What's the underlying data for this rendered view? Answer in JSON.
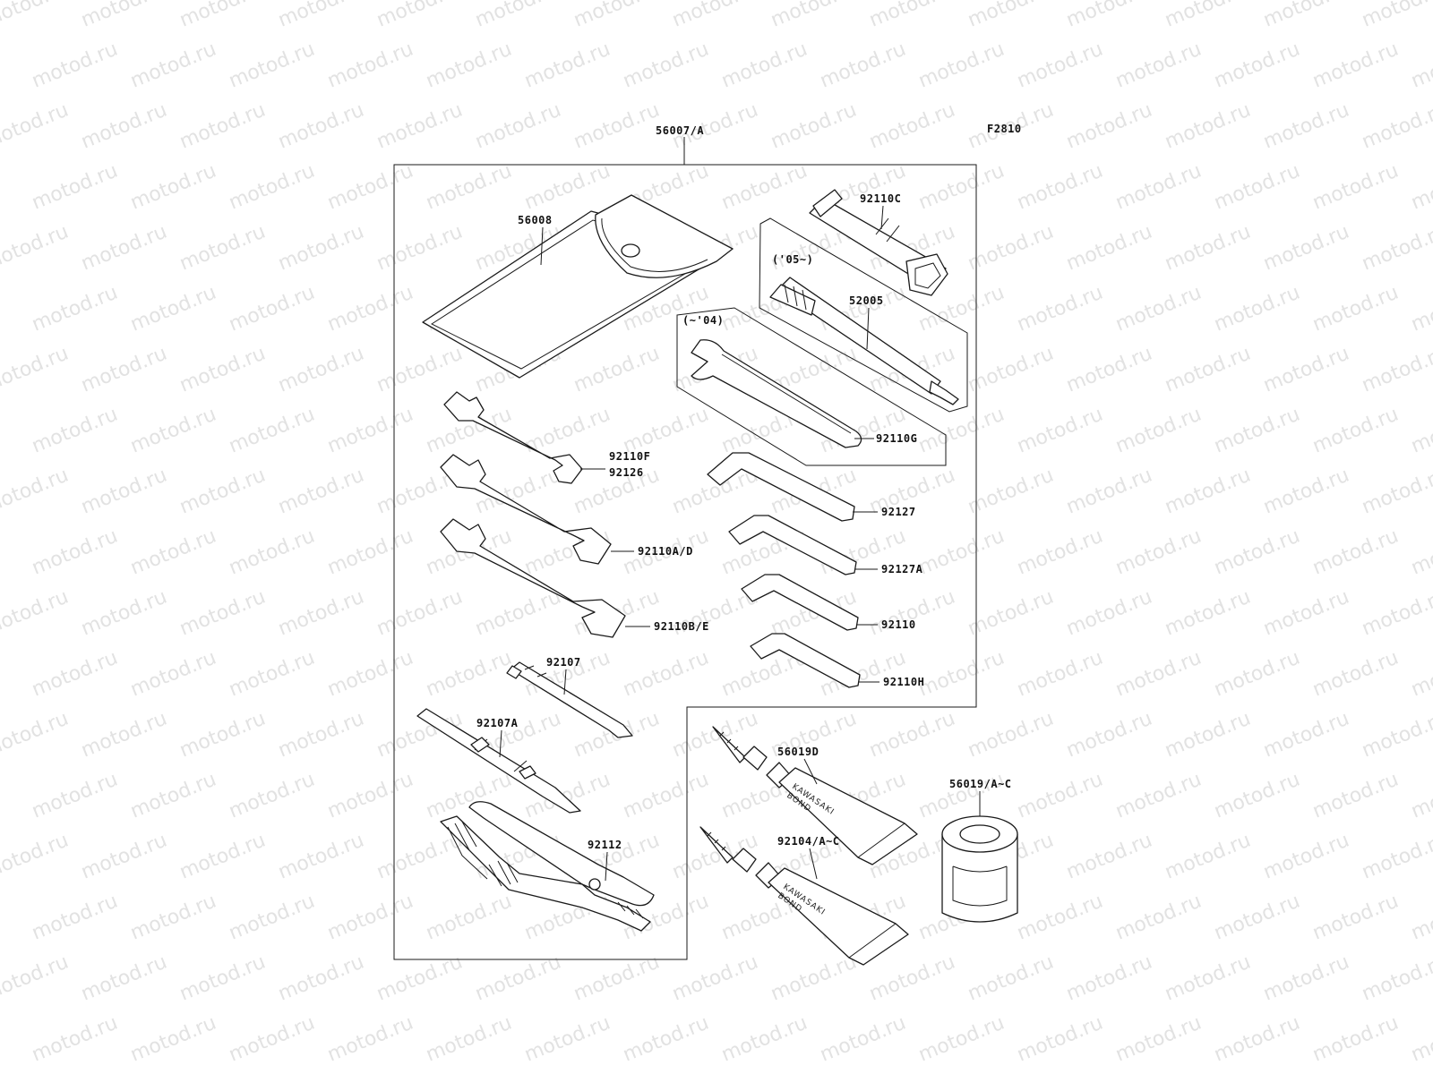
{
  "figure_code": "F2810",
  "watermark": "motod.ru",
  "labels": {
    "kit": "56007/A",
    "pouch": "56008",
    "box_wrench": "92110C",
    "range_new": "('05~)",
    "spark_tool": "52005",
    "range_old": "(~'04)",
    "hook_wrench": "92110G",
    "wrench_small_a": "92110F",
    "wrench_small_b": "92126",
    "wrench_mid": "92110A/D",
    "wrench_large": "92110B/E",
    "hex_1": "92127",
    "hex_2": "92127A",
    "hex_3": "92110",
    "hex_4": "92110H",
    "screwdriver_bit": "92107",
    "screwdriver_handle": "92107A",
    "pliers": "92112",
    "bond_d": "56019D",
    "bond_ac": "92104/A~C",
    "grease_can": "56019/A~C"
  },
  "tube_text": {
    "line1": "KAWASAKI",
    "line2": "BOND"
  }
}
